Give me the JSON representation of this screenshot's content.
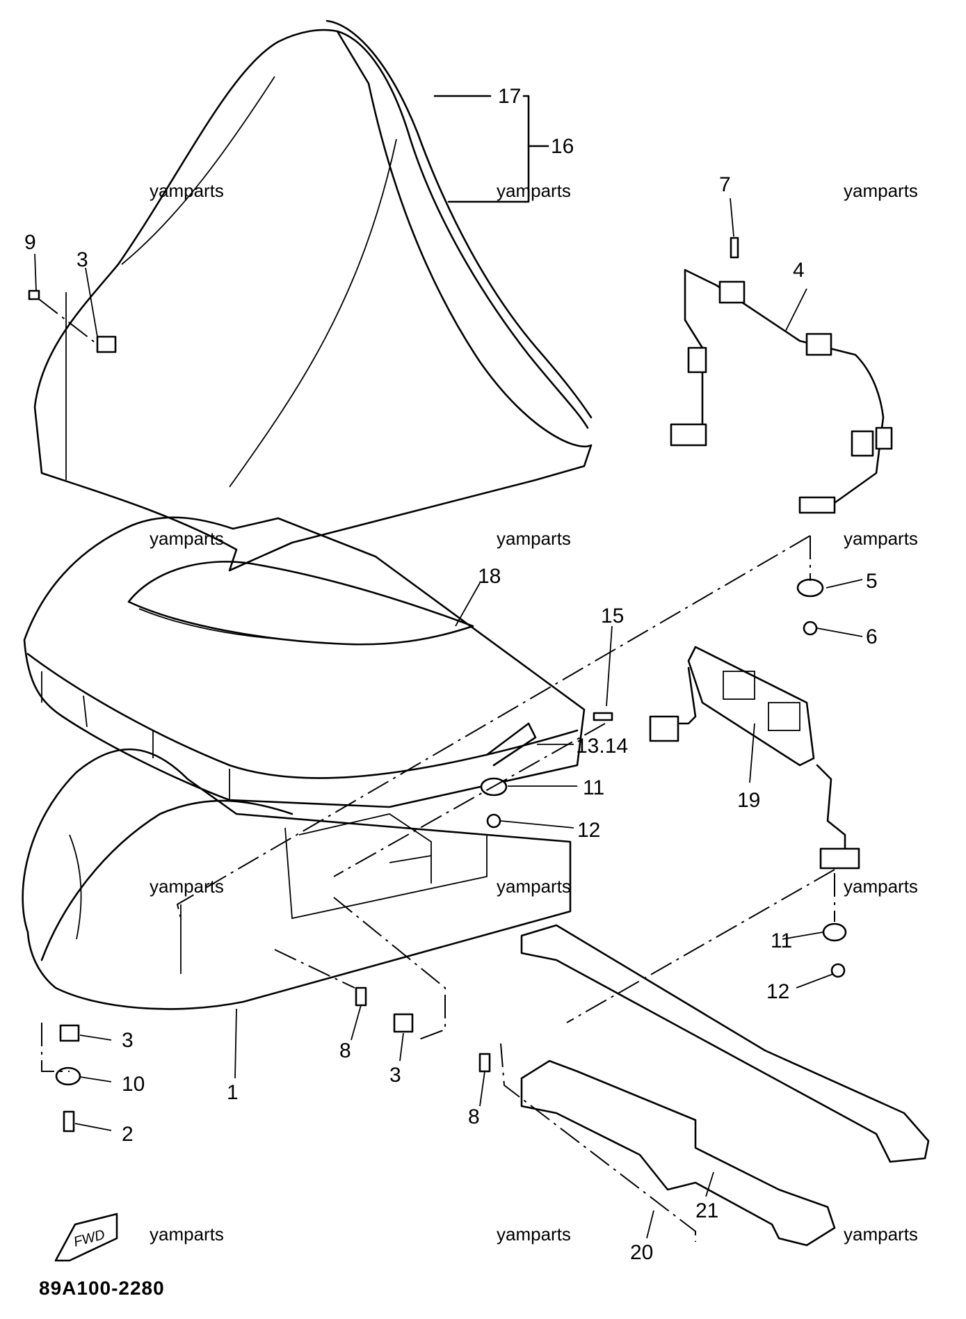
{
  "diagram_code": "89A100-2280",
  "watermark": "yamparts",
  "fwd_label": "FWD",
  "callouts": {
    "c1": "1",
    "c2": "2",
    "c3a": "3",
    "c3b": "3",
    "c3c": "3",
    "c4": "4",
    "c5": "5",
    "c6": "6",
    "c7": "7",
    "c8a": "8",
    "c8b": "8",
    "c9": "9",
    "c10": "10",
    "c11a": "11",
    "c11b": "11",
    "c12a": "12",
    "c12b": "12",
    "c1314": "13.14",
    "c15": "15",
    "c16": "16",
    "c17": "17",
    "c18": "18",
    "c19": "19",
    "c20": "20",
    "c21": "21"
  }
}
